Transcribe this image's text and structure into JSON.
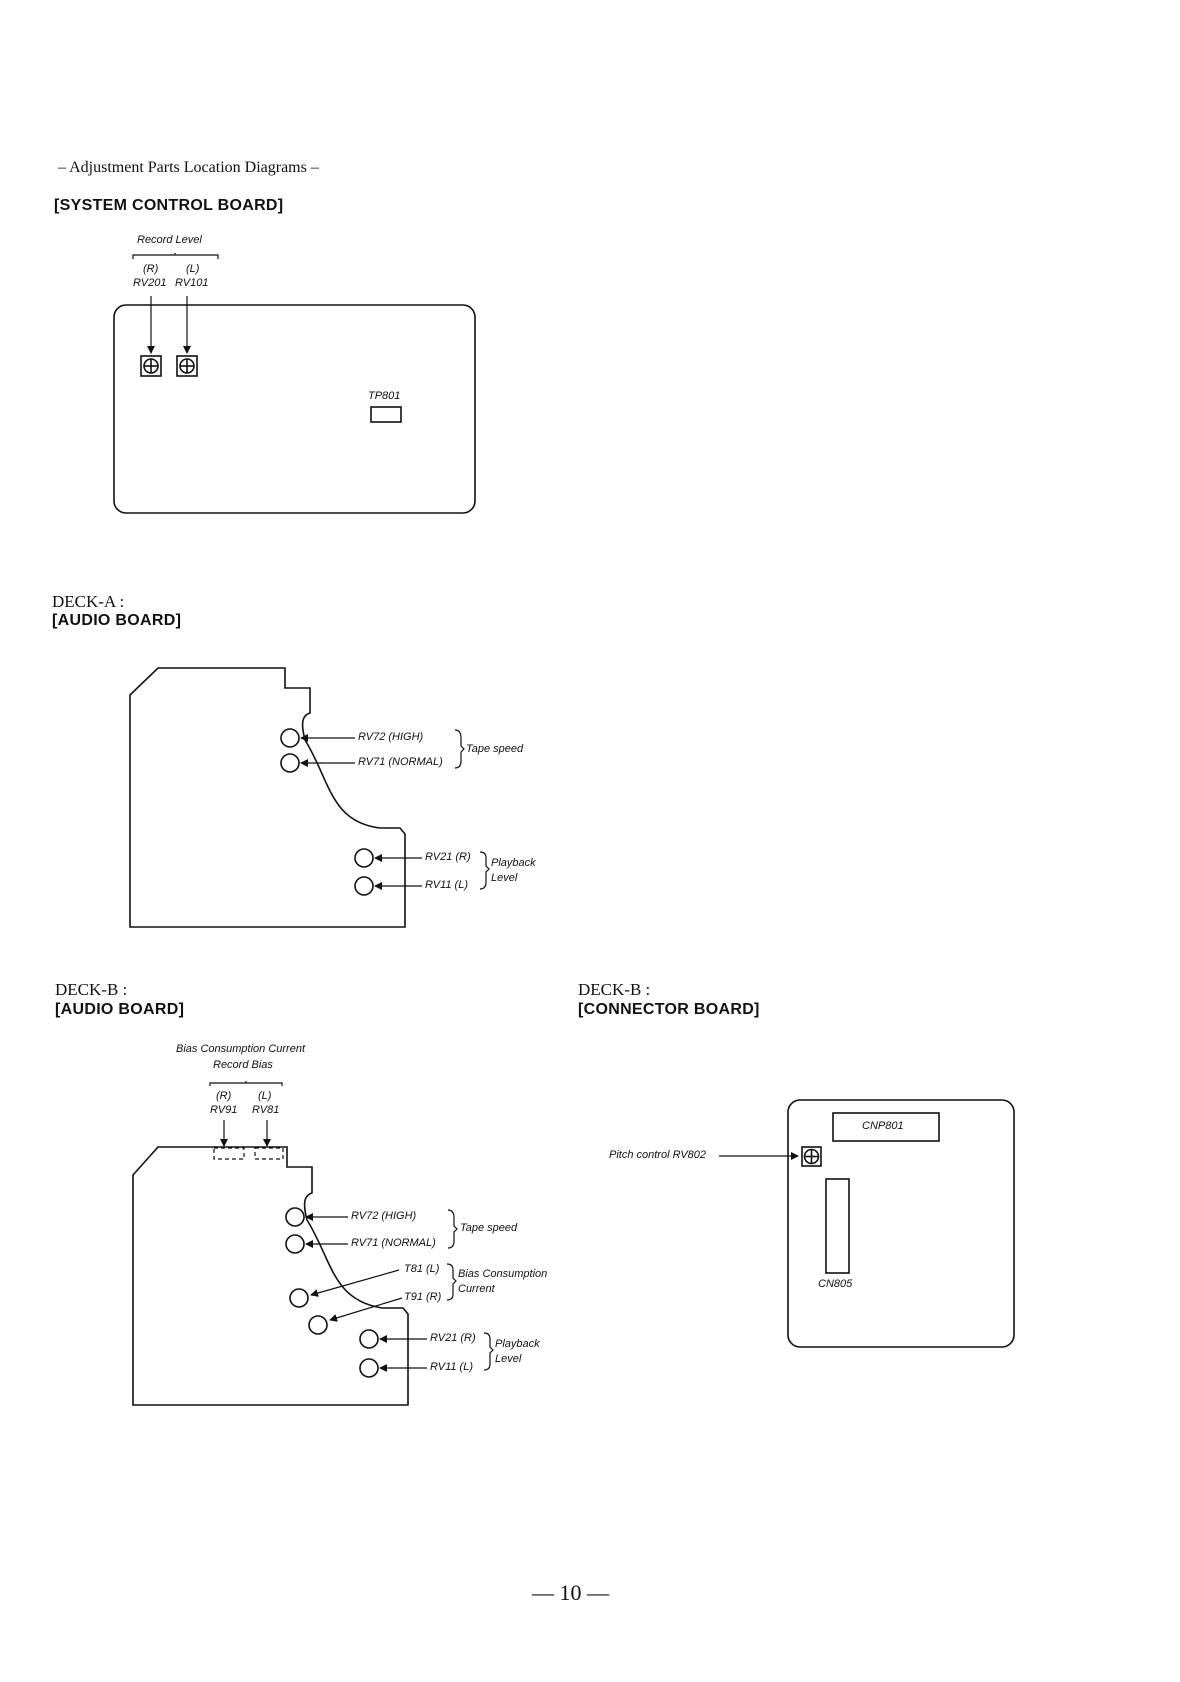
{
  "page": {
    "section_title": "– Adjustment Parts Location Diagrams –",
    "page_number": "— 10 —"
  },
  "system_control": {
    "heading": "[SYSTEM CONTROL BOARD]",
    "record_level": "Record Level",
    "ch_r": "(R)",
    "ch_l": "(L)",
    "rv201": "RV201",
    "rv101": "RV101",
    "tp801": "TP801"
  },
  "deck_a": {
    "deck": "DECK-A :",
    "heading": "[AUDIO BOARD]",
    "rv72": "RV72 (HIGH)",
    "rv71": "RV71 (NORMAL)",
    "tape_speed": "Tape speed",
    "rv21": "RV21 (R)",
    "rv11": "RV11 (L)",
    "playback": "Playback",
    "level": "Level"
  },
  "deck_b_audio": {
    "deck": "DECK-B :",
    "heading": "[AUDIO BOARD]",
    "bias_consumption_current": "Bias Consumption Current",
    "record_bias": "Record Bias",
    "ch_r": "(R)",
    "ch_l": "(L)",
    "rv91": "RV91",
    "rv81": "RV81",
    "rv72": "RV72 (HIGH)",
    "rv71": "RV71 (NORMAL)",
    "tape_speed": "Tape speed",
    "t81": "T81 (L)",
    "t91": "T91 (R)",
    "bias_consumption": "Bias Consumption",
    "current": "Current",
    "rv21": "RV21 (R)",
    "rv11": "RV11 (L)",
    "playback": "Playback",
    "level": "Level"
  },
  "deck_b_connector": {
    "deck": "DECK-B :",
    "heading": "[CONNECTOR BOARD]",
    "pitch_control": "Pitch control RV802",
    "cnp801": "CNP801",
    "cn805": "CN805"
  }
}
